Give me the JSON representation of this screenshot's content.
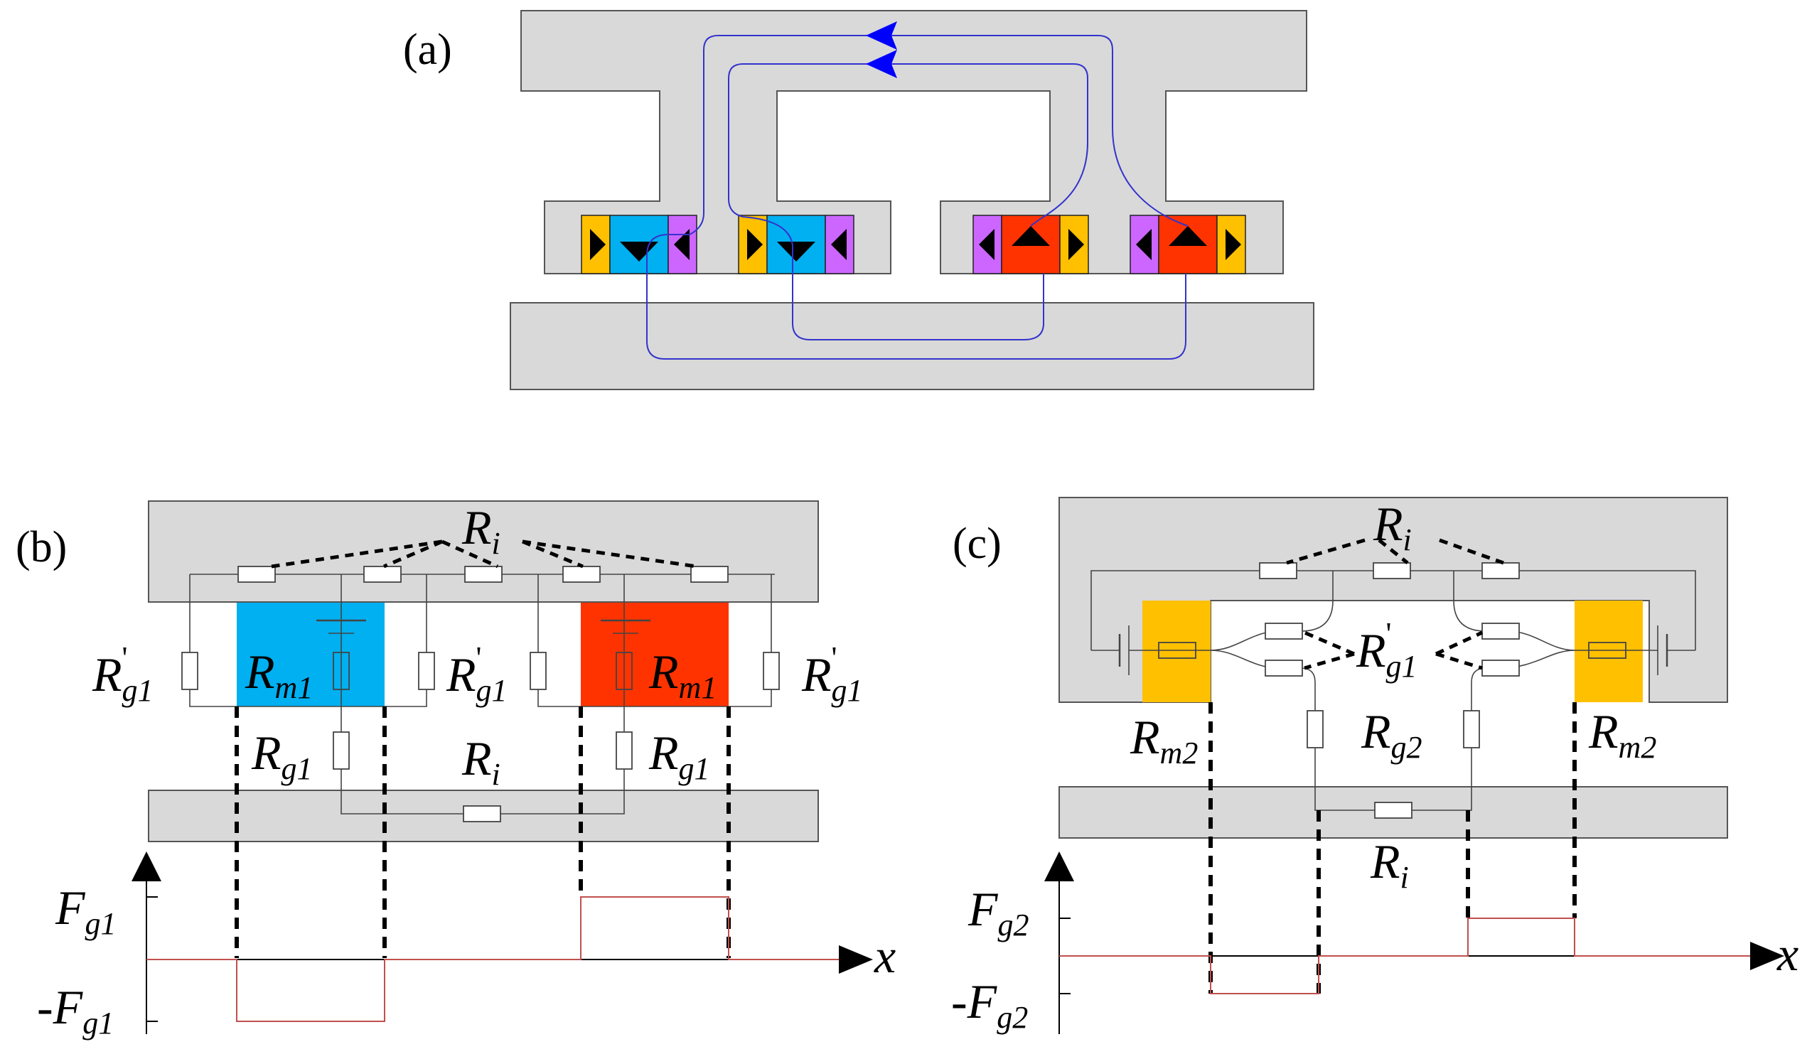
{
  "panels": {
    "a": {
      "label": "(a)"
    },
    "b": {
      "label": "(b)",
      "Ri_top": {
        "base": "R",
        "sub": "i"
      },
      "Rg1p_left": {
        "base": "R",
        "sup": "'",
        "sub": "g1"
      },
      "Rm1_left": {
        "base": "R",
        "sub": "m1"
      },
      "Rg1p_mid": {
        "base": "R",
        "sup": "'",
        "sub": "g1"
      },
      "Rm1_right": {
        "base": "R",
        "sub": "m1"
      },
      "Rg1p_right": {
        "base": "R",
        "sup": "'",
        "sub": "g1"
      },
      "Rg1_left": {
        "base": "R",
        "sub": "g1"
      },
      "Ri_bottom": {
        "base": "R",
        "sub": "i"
      },
      "Rg1_right": {
        "base": "R",
        "sub": "g1"
      },
      "Fg1_pos": {
        "base": "F",
        "sub": "g1"
      },
      "Fg1_neg": {
        "base": "-F",
        "sub": "g1"
      },
      "axis_x": "x"
    },
    "c": {
      "label": "(c)",
      "Ri_top": {
        "base": "R",
        "sub": "i"
      },
      "Rg1p": {
        "base": "R",
        "sup": "'",
        "sub": "g1"
      },
      "Rm2_left": {
        "base": "R",
        "sub": "m2"
      },
      "Rg2": {
        "base": "R",
        "sub": "g2"
      },
      "Rm2_right": {
        "base": "R",
        "sub": "m2"
      },
      "Ri_bottom": {
        "base": "R",
        "sub": "i"
      },
      "Fg2_pos": {
        "base": "F",
        "sub": "g2"
      },
      "Fg2_neg": {
        "base": "-F",
        "sub": "g2"
      },
      "axis_x": "x"
    }
  },
  "colors": {
    "core": "#d9d9d9",
    "magnet_blue": "#00b0f0",
    "magnet_red": "#ff3300",
    "magnet_yellow": "#ffc000",
    "magnet_purple": "#cc66ff",
    "flux_line": "#3333cc",
    "force_wave": "#c0504d"
  }
}
